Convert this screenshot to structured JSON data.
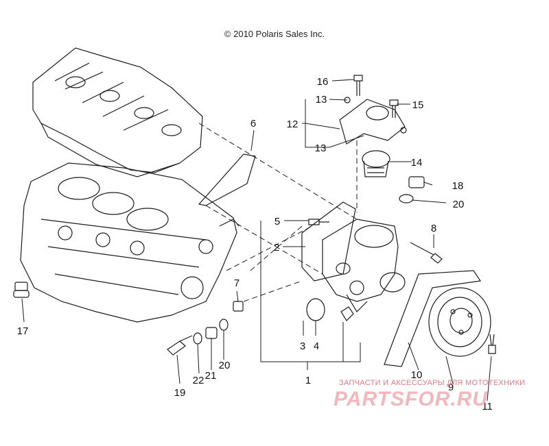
{
  "copyright": "© 2010 Polaris Sales Inc.",
  "callouts": [
    "1",
    "2",
    "3",
    "4",
    "5",
    "6",
    "7",
    "8",
    "9",
    "10",
    "11",
    "12",
    "13",
    "13",
    "14",
    "15",
    "16",
    "17",
    "18",
    "19",
    "20",
    "20",
    "21",
    "22"
  ],
  "watermark": {
    "subtitle": "ЗАПЧАСТИ И АКСЕССУАРЫ ДЛЯ МОТОТЕХНИКИ",
    "brand": "PARTSFOR.RU"
  },
  "colors": {
    "line": "#1a1a1a",
    "watermark": "#e07a82"
  }
}
